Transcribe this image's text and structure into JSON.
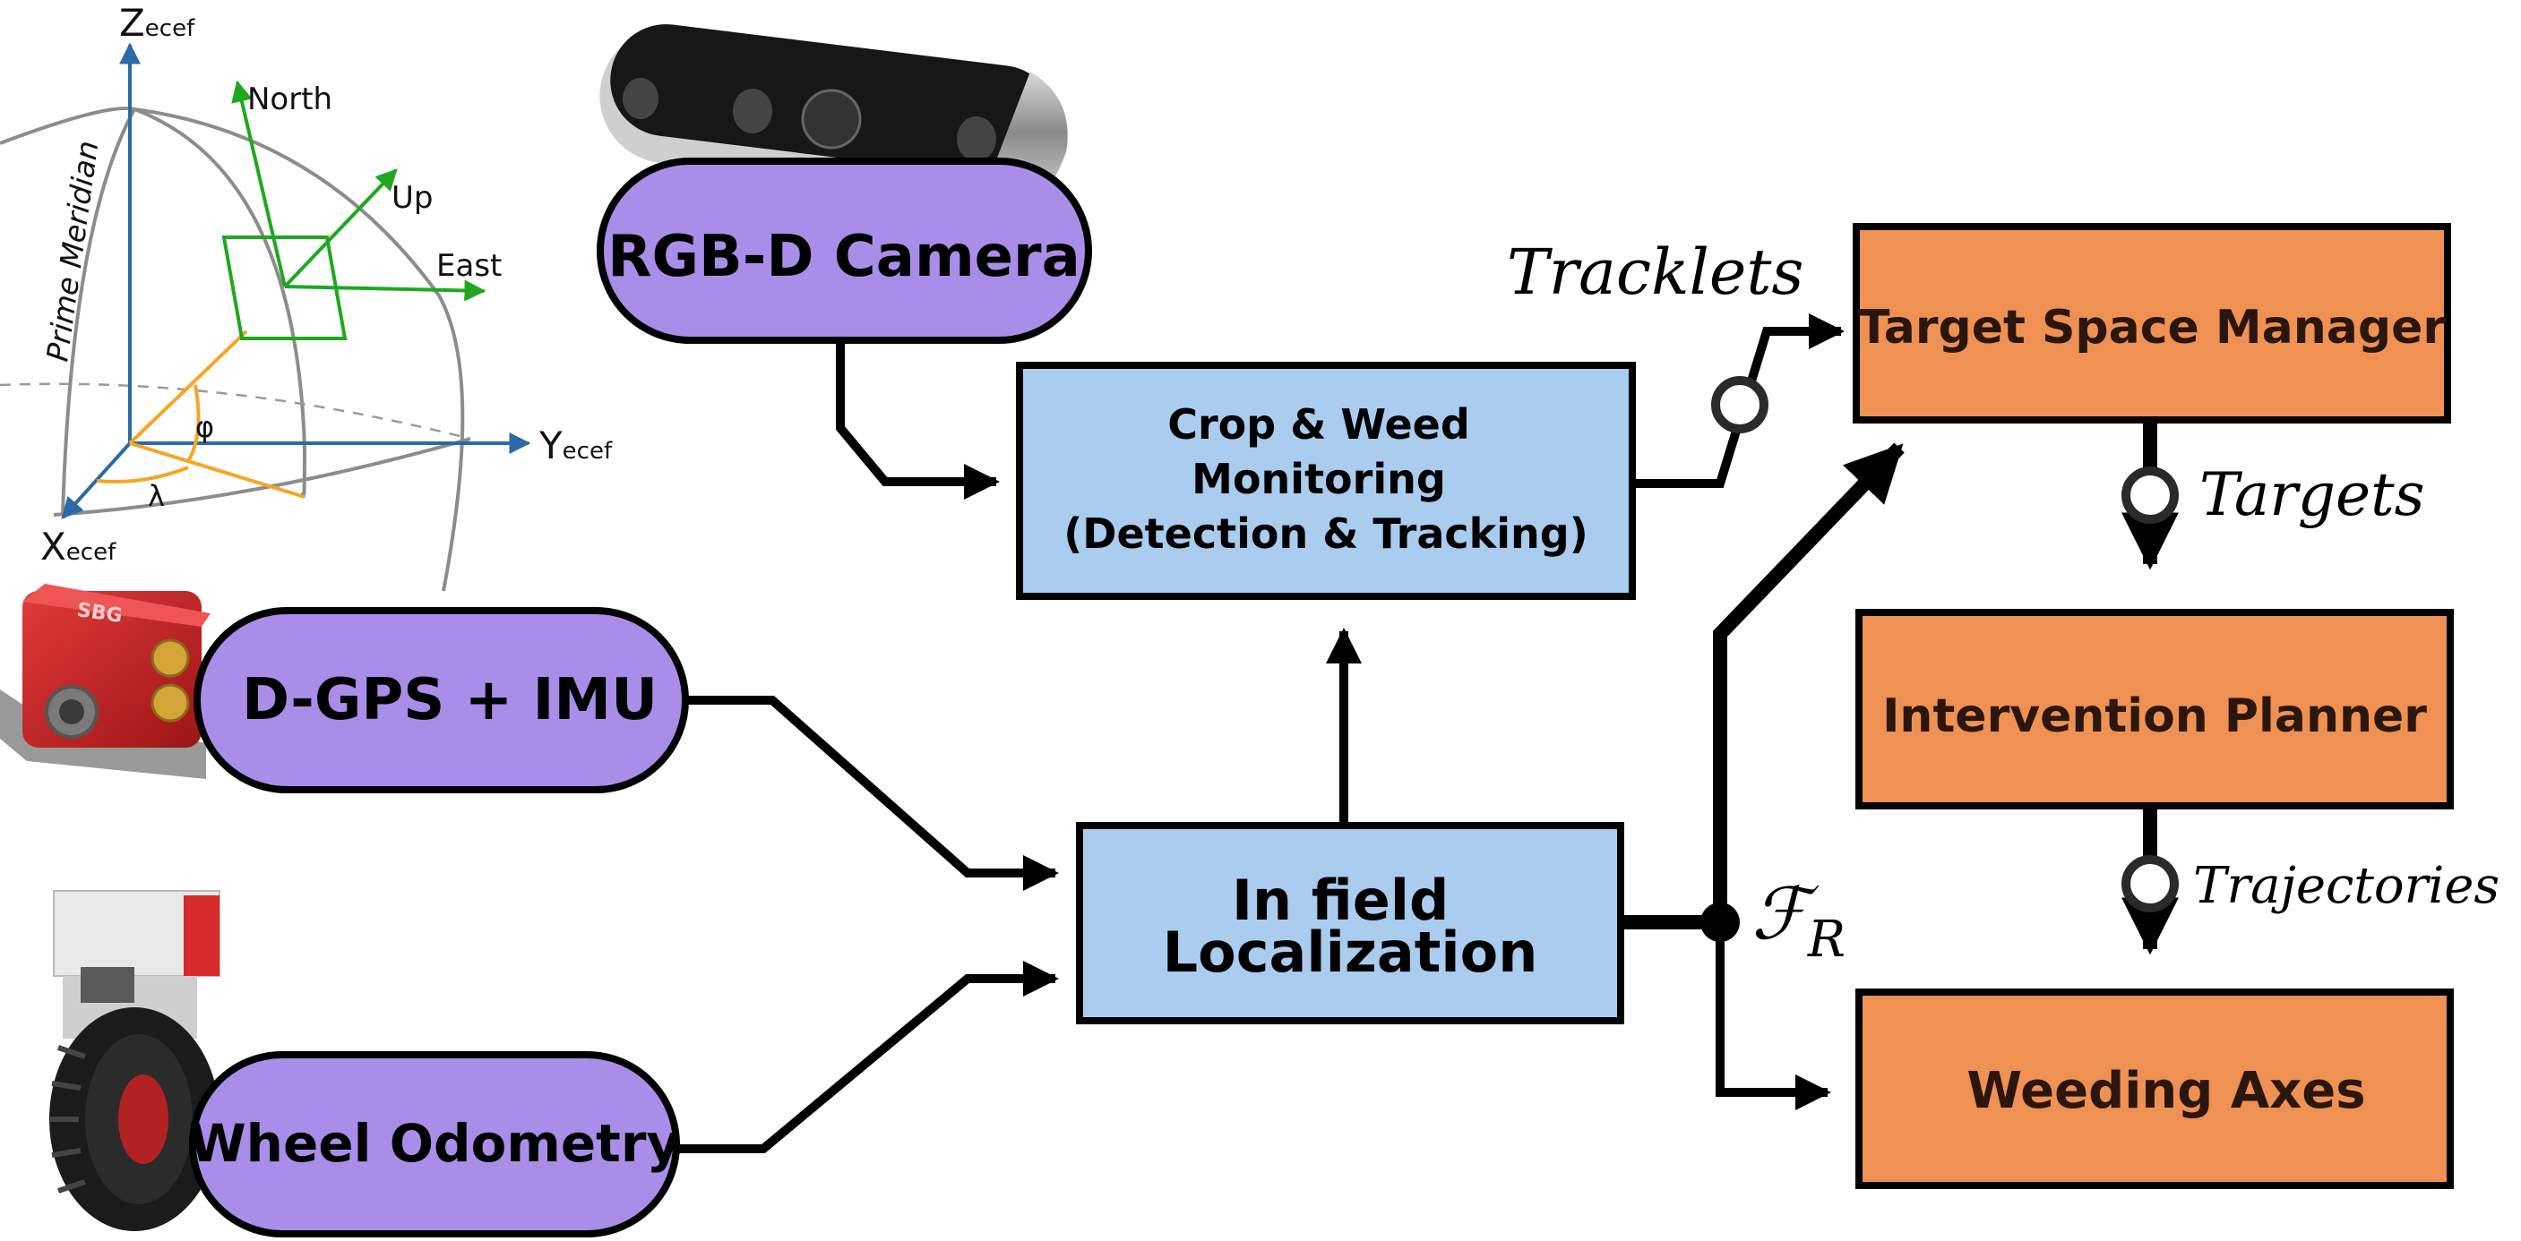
{
  "sensors": {
    "camera": "RGB-D Camera",
    "gps": "D-GPS + IMU",
    "odometry": "Wheel Odometry"
  },
  "modules": {
    "monitoring": [
      "Crop & Weed",
      "Monitoring",
      "(Detection & Tracking)"
    ],
    "localization": [
      "In field",
      "Localization"
    ],
    "target_manager": "Target Space Manager",
    "planner": "Intervention Planner",
    "weeding": "Weeding Axes"
  },
  "signals": {
    "tracklets": "Tracklets",
    "targets": "Targets",
    "trajectories": "Trajectories",
    "frame_symbol": "ℱ",
    "frame_subscript": "R"
  },
  "ecef": {
    "z_base": "Z",
    "z_sub": "ecef",
    "y_base": "Y",
    "y_sub": "ecef",
    "x_base": "X",
    "x_sub": "ecef",
    "north": "North",
    "up": "Up",
    "east": "East",
    "meridian": "Prime Meridian",
    "phi": "φ",
    "lambda": "λ"
  },
  "device_labels": {
    "imu_brand": "SBG"
  },
  "colors": {
    "sensor_fill": "#a98ee9",
    "module_fill": "#a9ccef",
    "output_fill": "#ee9152",
    "output_text": "#2a160c",
    "axis_blue": "#2b6aa6",
    "local_green": "#1fa81f",
    "angle_orange": "#f5a623"
  }
}
